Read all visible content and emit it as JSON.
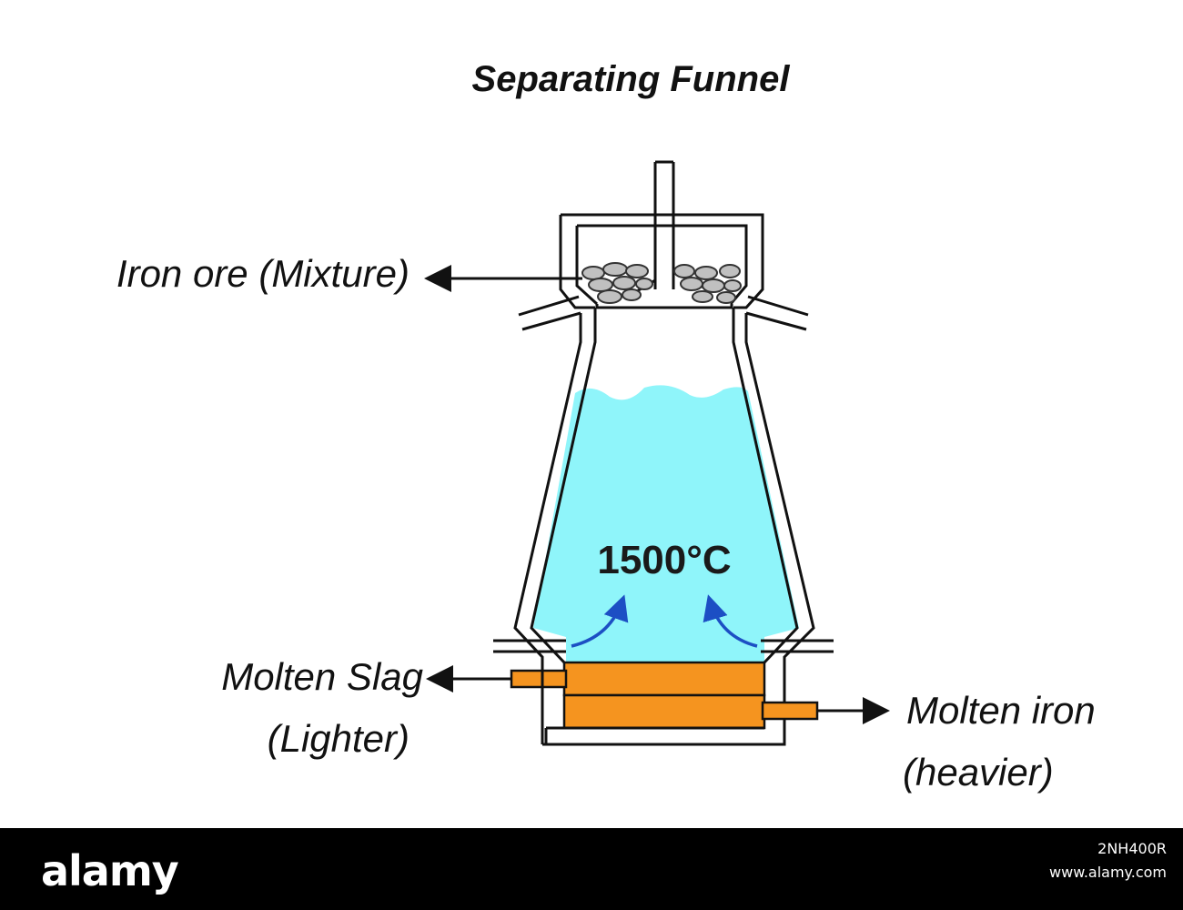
{
  "title": "Separating Funnel",
  "temperature": "1500°C",
  "labels": {
    "iron_ore": "Iron ore (Mixture)",
    "molten_slag": [
      "Molten Slag",
      "(Lighter)"
    ],
    "molten_iron": [
      "Molten iron",
      "(heavier)"
    ]
  },
  "colors": {
    "liquid": "#8ff5fa",
    "molten_layer": "#f5941f",
    "ore": "#c0c0c0",
    "flow_arrow": "#1c4fc4",
    "outline": "#111111"
  },
  "watermark": {
    "brand": "alamy",
    "image_id": "2NH400R",
    "site": "www.alamy.com"
  }
}
